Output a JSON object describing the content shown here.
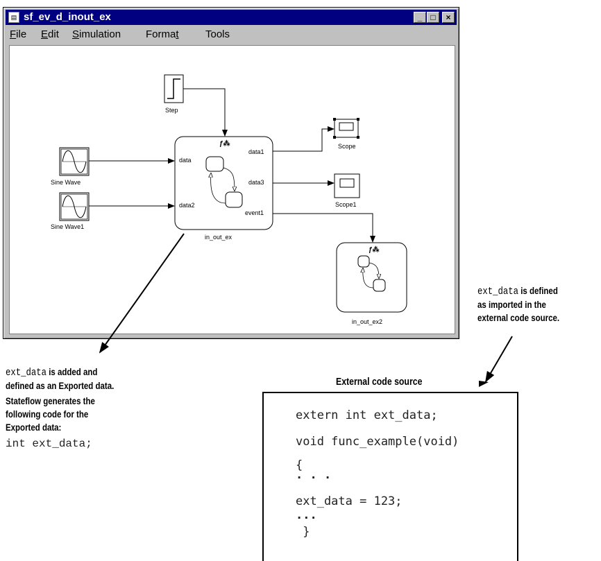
{
  "window": {
    "title": "sf_ev_d_inout_ex",
    "buttons": {
      "minimize": "_",
      "maximize": "□",
      "close": "×"
    }
  },
  "menu": [
    {
      "label": "File",
      "mnemonic": "F",
      "rest": "ile"
    },
    {
      "label": "Edit",
      "mnemonic": "E",
      "rest": "dit"
    },
    {
      "label": "Simulation",
      "mnemonic": "S",
      "rest": "imulation"
    },
    {
      "label": "Format",
      "pre": "Forma",
      "mnemonic": "t"
    },
    {
      "label": "Tools"
    }
  ],
  "diagram": {
    "blocks": {
      "step": "Step",
      "sine1": "Sine Wave",
      "sine2": "Sine Wave1",
      "chart": "in_out_ex",
      "scope": "Scope",
      "scope1": "Scope1",
      "chart2": "in_out_ex2"
    },
    "ports": {
      "in1": "data",
      "in2": "data2",
      "out1": "data1",
      "out2": "data3",
      "out3": "event1"
    }
  },
  "annotations": {
    "right_note": {
      "code": "ext_data",
      "line1_rest": " is defined",
      "line2": "as imported in the",
      "line3": "external code source."
    },
    "left_note": {
      "code": "ext_data",
      "line1_rest": " is added and",
      "line2_pre": "defined as an ",
      "line2_bold": "Exported",
      "line2_post": " data.",
      "line3": "Stateflow generates the",
      "line4": "following code for the",
      "line5_bold": "Exported",
      "line5_post": " data:",
      "generated_code": "int ext_data;"
    },
    "code_box_title": "External code source"
  },
  "code_lines": [
    "extern int ext_data;",
    "void func_example(void)",
    "{",
    ". . .",
    "ext_data = 123;",
    "...",
    " }"
  ]
}
